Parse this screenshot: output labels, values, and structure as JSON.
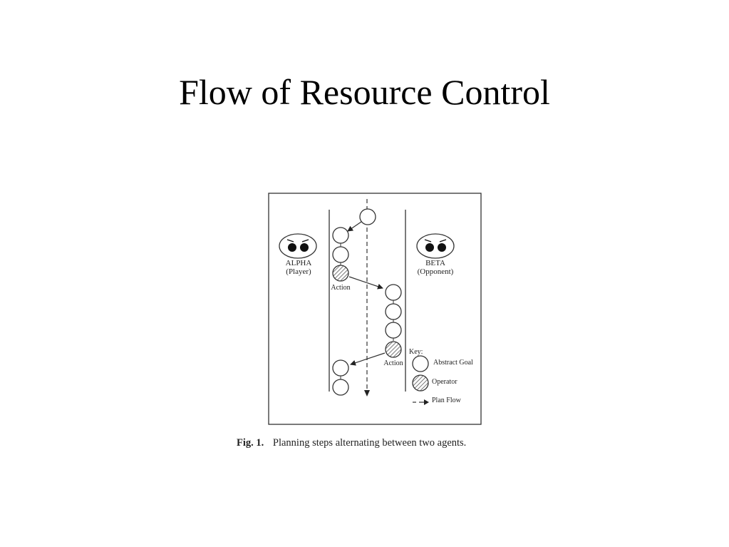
{
  "slide": {
    "title": "Flow of Resource Control"
  },
  "figure": {
    "agents": {
      "alpha": {
        "name": "ALPHA",
        "role": "(Player)"
      },
      "beta": {
        "name": "BETA",
        "role": "(Opponent)"
      }
    },
    "action_label": "Action",
    "key": {
      "title": "Key:",
      "abstract_goal": "Abstract Goal",
      "operator": "Operator",
      "plan_flow": "Plan Flow"
    },
    "caption": {
      "prefix": "Fig. 1.",
      "text": "Planning steps alternating between two agents."
    }
  }
}
